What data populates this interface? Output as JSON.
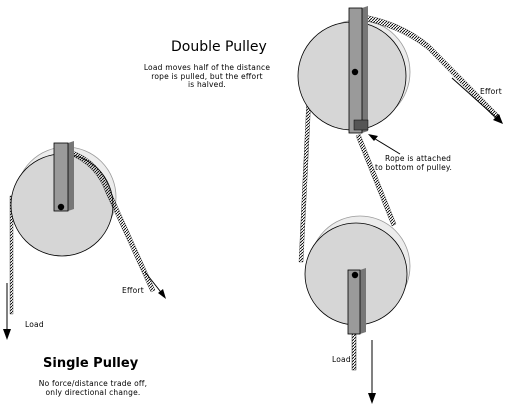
{
  "double_pulley": {
    "title": "Double Pulley",
    "description_lines": [
      "Load moves half of the distance",
      "rope is pulled, but the effort",
      "is halved."
    ],
    "effort_label": "Effort",
    "attach_lines": [
      "Rope is attached",
      "to bottom of pulley."
    ],
    "load_label": "Load"
  },
  "single_pulley": {
    "title": "Single Pulley",
    "description_lines": [
      "No force/distance trade off,",
      "only directional change."
    ],
    "effort_label": "Effort",
    "load_label": "Load"
  },
  "colors": {
    "wheel_fill": "#d6d6d6",
    "wheel_shadow": "#ececec",
    "bracket_fill": "#9a9a9a",
    "line": "#000000"
  }
}
